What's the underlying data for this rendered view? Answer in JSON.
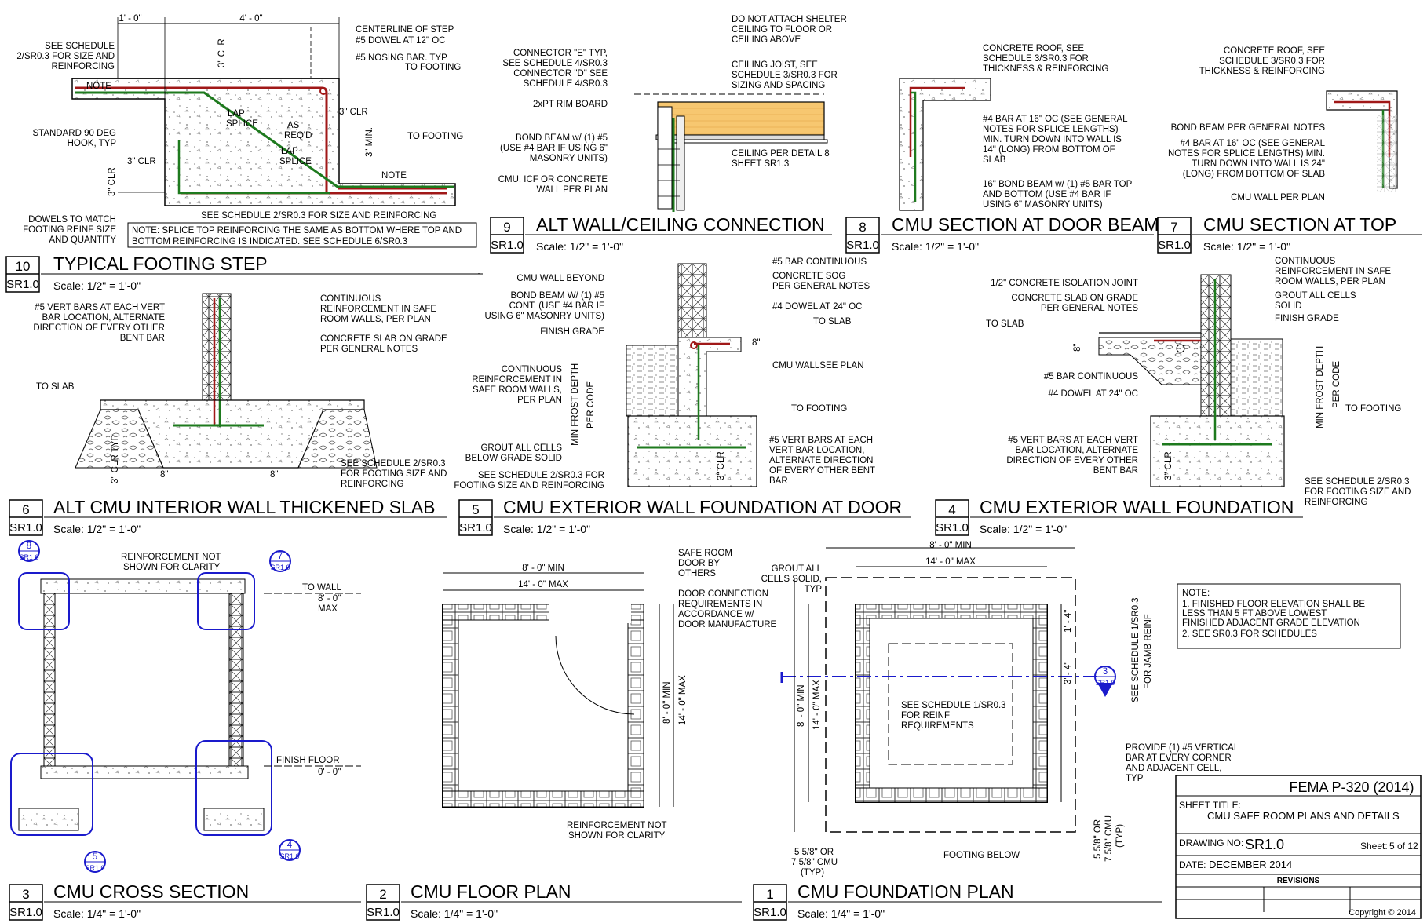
{
  "titleblock": {
    "publication": "FEMA P-320 (2014)",
    "sheet_title_label": "SHEET TITLE:",
    "sheet_title": "CMU SAFE ROOM PLANS AND DETAILS",
    "drawing_no_label": "DRAWING NO:",
    "drawing_no": "SR1.0",
    "sheet_label": "Sheet:",
    "sheet_value": "5 of 12",
    "date_label": "DATE:",
    "date": "DECEMBER 2014",
    "revisions": "REVISIONS",
    "copyright": "Copyright © 2014"
  },
  "general_note": {
    "title": "NOTE:",
    "items": [
      "1.   FINISHED FLOOR ELEVATION SHALL BE",
      "      LESS THAN 5 FT ABOVE LOWEST",
      "      FINISHED ADJACENT GRADE ELEVATION",
      "2.   SEE SR0.3 FOR SCHEDULES"
    ]
  },
  "details": [
    {
      "num": "10",
      "sheet": "SR1.0",
      "title": "TYPICAL FOOTING STEP",
      "scale": "Scale: 1/2\" = 1'-0\""
    },
    {
      "num": "9",
      "sheet": "SR1.0",
      "title": "ALT WALL/CEILING CONNECTION",
      "scale": "Scale: 1/2\" = 1'-0\""
    },
    {
      "num": "8",
      "sheet": "SR1.0",
      "title": "CMU SECTION AT DOOR BEAM",
      "scale": "Scale: 1/2\" = 1'-0\""
    },
    {
      "num": "7",
      "sheet": "SR1.0",
      "title": "CMU SECTION AT TOP",
      "scale": "Scale: 1/2\" = 1'-0\""
    },
    {
      "num": "6",
      "sheet": "SR1.0",
      "title": "ALT CMU INTERIOR WALL THICKENED SLAB",
      "scale": "Scale: 1/2\" = 1'-0\""
    },
    {
      "num": "5",
      "sheet": "SR1.0",
      "title": "CMU EXTERIOR WALL FOUNDATION AT DOOR",
      "scale": "Scale: 1/2\" = 1'-0\""
    },
    {
      "num": "4",
      "sheet": "SR1.0",
      "title": "CMU EXTERIOR WALL FOUNDATION",
      "scale": "Scale: 1/2\" = 1'-0\""
    },
    {
      "num": "3",
      "sheet": "SR1.0",
      "title": "CMU CROSS SECTION",
      "scale": "Scale: 1/4\" = 1'-0\""
    },
    {
      "num": "2",
      "sheet": "SR1.0",
      "title": "CMU FLOOR PLAN",
      "scale": "Scale: 1/4\" = 1'-0\""
    },
    {
      "num": "1",
      "sheet": "SR1.0",
      "title": "CMU FOUNDATION PLAN",
      "scale": "Scale: 1/4\" = 1'-0\""
    }
  ],
  "d10": {
    "dim1": "1' - 0\"",
    "dim2": "4' - 0\"",
    "centerline": "CENTERLINE OF STEP",
    "dowel": "#5 DOWEL AT 12\" OC",
    "nosing1": "#5 NOSING BAR. TYP",
    "nosing2": "TO FOOTING",
    "sched1": "SEE SCHEDULE",
    "sched2": "2/SR0.3 FOR SIZE AND",
    "sched3": "REINFORCING",
    "note_a": "NOTE",
    "clr3_a": "3\" CLR",
    "lap1": "LAP",
    "lap2": "SPLICE",
    "asreq1": "AS",
    "asreq2": "REQ'D",
    "clr3_b": "3\" CLR",
    "hook1": "STANDARD 90 DEG",
    "hook2": "HOOK, TYP",
    "clr3_c": "3\" CLR",
    "lap3": "LAP",
    "lap4": "SPLICE",
    "min3": "3\" MIN.",
    "tofoot": "TO FOOTING",
    "note_b": "NOTE",
    "clr3_d": "3\" CLR",
    "sched_bottom": "SEE SCHEDULE 2/SR0.3 FOR SIZE AND REINFORCING",
    "dowels1": "DOWELS TO MATCH",
    "dowels2": "FOOTING REINF SIZE",
    "dowels3": "AND QUANTITY",
    "box1": "NOTE: SPLICE TOP REINFORCING THE SAME AS BOTTOM WHERE TOP AND",
    "box2": "BOTTOM REINFORCING IS INDICATED. SEE SCHEDULE 6/SR0.3"
  },
  "d9": {
    "l1": "DO NOT ATTACH SHELTER",
    "l2": "CEILING TO FLOOR OR",
    "l3": "CEILING ABOVE",
    "c1": "CONNECTOR \"E\" TYP,",
    "c2": "SEE SCHEDULE 4/SR0.3",
    "c3": "CONNECTOR \"D\" SEE",
    "c4": "SCHEDULE 4/SR0.3",
    "j1": "CEILING JOIST, SEE",
    "j2": "SCHEDULE 3/SR0.3 FOR",
    "j3": "SIZING AND SPACING",
    "rim": "2xPT RIM BOARD",
    "b1": "BOND BEAM w/ (1) #5",
    "b2": "(USE #4 BAR IF USING 6\"",
    "b3": "MASONRY UNITS)",
    "cp1": "CEILING PER DETAIL 8",
    "cp2": "SHEET SR1.3",
    "w1": "CMU, ICF OR CONCRETE",
    "w2": "WALL PER PLAN"
  },
  "d8": {
    "r1": "CONCRETE ROOF, SEE",
    "r2": "SCHEDULE 3/SR0.3 FOR",
    "r3": "THICKNESS & REINFORCING",
    "b1": "#4 BAR AT 16\" OC (SEE GENERAL",
    "b2": "NOTES FOR SPLICE LENGTHS)",
    "b3": "MIN. TURN DOWN INTO WALL IS",
    "b4": "14\" (LONG) FROM BOTTOM OF",
    "b5": "SLAB",
    "bb1": "16\" BOND BEAM w/ (1) #5 BAR TOP",
    "bb2": "AND BOTTOM (USE #4 BAR IF",
    "bb3": "USING 6\" MASONRY UNITS)"
  },
  "d7": {
    "r1": "CONCRETE ROOF, SEE",
    "r2": "SCHEDULE 3/SR0.3 FOR",
    "r3": "THICKNESS & REINFORCING",
    "bb": "BOND BEAM PER GENERAL NOTES",
    "b1": "#4 BAR AT 16\" OC (SEE GENERAL",
    "b2": "NOTES FOR SPLICE LENGTHS) MIN.",
    "b3": "TURN DOWN INTO WALL IS 24\"",
    "b4": "(LONG) FROM BOTTOM OF SLAB",
    "w": "CMU WALL PER PLAN"
  },
  "d6": {
    "v1": "#5 VERT BARS AT EACH VERT",
    "v2": "BAR LOCATION, ALTERNATE",
    "v3": "DIRECTION OF EVERY OTHER",
    "v4": "BENT BAR",
    "c1": "CONTINUOUS",
    "c2": "REINFORCEMENT IN SAFE",
    "c3": "ROOM WALLS, PER PLAN",
    "s1": "CONCRETE SLAB ON GRADE",
    "s2": "PER GENERAL NOTES",
    "toslab": "TO SLAB",
    "clr": "3\" CLR TYP",
    "d8a": "8\"",
    "d8b": "8\"",
    "f1": "SEE SCHEDULE 2/SR0.3",
    "f2": "FOR FOOTING SIZE AND",
    "f3": "REINFORCING"
  },
  "d5": {
    "wb": "CMU WALL BEYOND",
    "bb1": "BOND BEAM W/ (1) #5",
    "bb2": "CONT. (USE #4 BAR IF",
    "bb3": "USING 6\" MASONRY UNITS)",
    "fg": "FINISH GRADE",
    "cr1": "CONTINUOUS",
    "cr2": "REINFORCEMENT IN",
    "cr3": "SAFE ROOM WALLS,",
    "cr4": "PER PLAN",
    "mfd1": "MIN FROST DEPTH",
    "mfd2": "PER CODE",
    "g1": "GROUT ALL CELLS",
    "g2": "BELOW GRADE SOLID",
    "f1": "SEE SCHEDULE 2/SR0.3 FOR",
    "f2": "FOOTING SIZE AND REINFORCING",
    "bar": "#5 BAR CONTINUOUS",
    "sog1": "CONCRETE SOG",
    "sog2": "PER GENERAL NOTES",
    "dowel": "#4 DOWEL AT 24\" OC",
    "toslab": "TO SLAB",
    "d8": "8\"",
    "wall": "CMU WALLSEE PLAN",
    "tofoot": "TO FOOTING",
    "v1": "#5 VERT BARS AT EACH",
    "v2": "VERT BAR LOCATION,",
    "v3": "ALTERNATE DIRECTION",
    "v4": "OF EVERY OTHER BENT",
    "v5": "BAR",
    "clr": "3\" CLR"
  },
  "d4": {
    "iso": "1/2\" CONCRETE ISOLATION JOINT",
    "s1": "CONCRETE SLAB ON GRADE",
    "s2": "PER GENERAL NOTES",
    "toslab": "TO SLAB",
    "d8": "8\"",
    "bar": "#5 BAR CONTINUOUS",
    "dowel": "#4 DOWEL AT 24\" OC",
    "c1": "CONTINUOUS",
    "c2": "REINFORCEMENT IN SAFE",
    "c3": "ROOM WALLS, PER PLAN",
    "g1": "GROUT ALL CELLS",
    "g2": "SOLID",
    "fg": "FINISH GRADE",
    "mfd1": "MIN FROST DEPTH",
    "mfd2": "PER CODE",
    "tofoot": "TO FOOTING",
    "v1": "#5 VERT BARS AT EACH VERT",
    "v2": "BAR LOCATION, ALTERNATE",
    "v3": "DIRECTION OF EVERY OTHER",
    "v4": "BENT BAR",
    "clr": "3\" CLR",
    "f1": "SEE SCHEDULE 2/SR0.3",
    "f2": "FOR FOOTING SIZE AND",
    "f3": "REINFORCING"
  },
  "d3": {
    "r1": "REINFORCEMENT NOT",
    "r2": "SHOWN FOR CLARITY",
    "towall": "TO WALL",
    "max1": "8' - 0\"",
    "max2": "MAX",
    "ff": "FINISH FLOOR",
    "ffv": "0' - 0\"",
    "tag8": "8",
    "tag7": "7",
    "tag5": "5",
    "tag4": "4",
    "tagsr": "SR1.0"
  },
  "d2": {
    "min": "8' - 0\" MIN",
    "max": "14' - 0\" MAX",
    "door1": "SAFE ROOM",
    "door2": "DOOR BY",
    "door3": "OTHERS",
    "dc1": "DOOR CONNECTION",
    "dc2": "REQUIREMENTS IN",
    "dc3": "ACCORDANCE w/",
    "dc4": "DOOR MANUFACTURE",
    "vmin": "8' - 0\" MIN",
    "vmax": "14' - 0\" MAX",
    "r1": "REINFORCEMENT NOT",
    "r2": "SHOWN FOR CLARITY"
  },
  "d1": {
    "min": "8' - 0\" MIN",
    "max": "14' - 0\" MAX",
    "g1": "GROUT ALL",
    "g2": "CELLS SOLID,",
    "g3": "TYP",
    "vmin": "8' - 0\" MIN",
    "vmax": "14' - 0\" MAX",
    "s1": "SEE SCHEDULE 1/SR0.3",
    "s2": "FOR REINF",
    "s3": "REQUIREMENTS",
    "d14": "1' - 4\"",
    "d34": "3' - 4\"",
    "jamb1": "SEE SCHEDULE 1/SR0.3",
    "jamb2": "FOR JAMB REINF",
    "p1": "PROVIDE (1) #5 VERTICAL",
    "p2": "BAR AT EVERY CORNER",
    "p3": "AND ADJACENT CELL,",
    "p4": "TYP",
    "cmu1": "5 5/8\" OR",
    "cmu2": "7 5/8\" CMU",
    "cmu3": "(TYP)",
    "fb": "FOOTING BELOW",
    "tag3": "3",
    "tagsr": "SR1.0"
  }
}
